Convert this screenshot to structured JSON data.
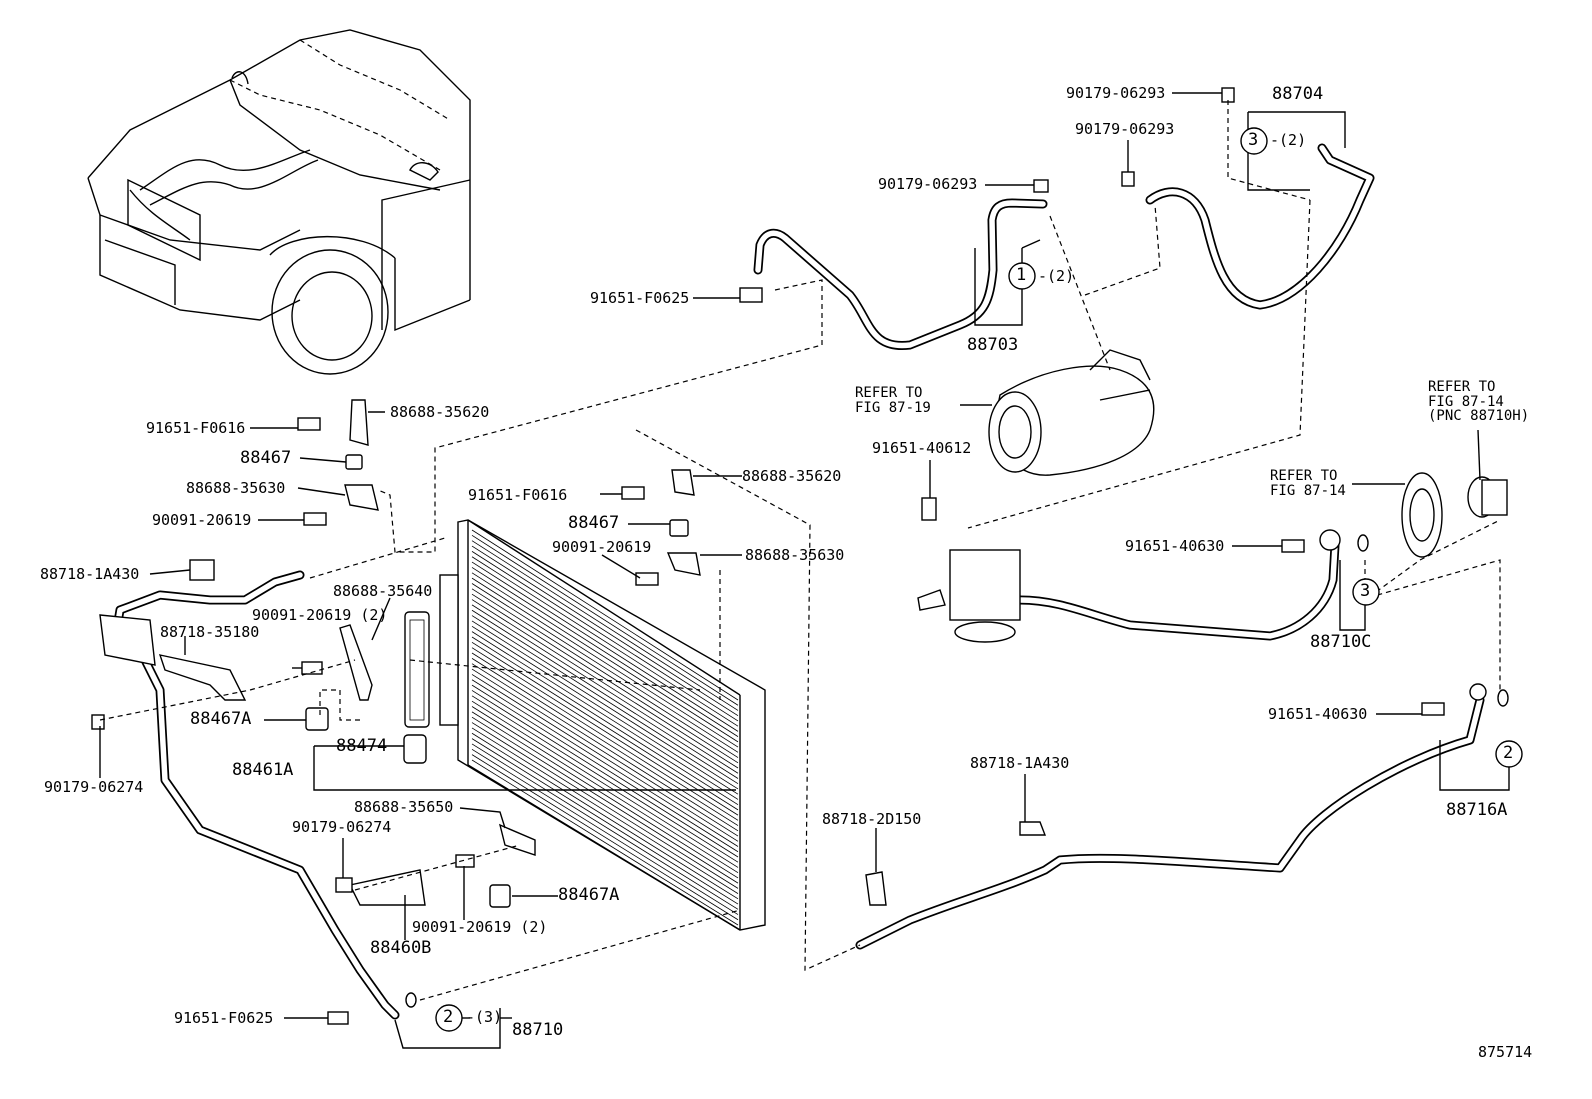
{
  "figure_number": "875714",
  "notes": {
    "refer_fig_87_19": "REFER TO\nFIG 87-19",
    "refer_fig_87_14_pnc": "REFER TO\nFIG 87-14\n(PNC 88710H)",
    "refer_fig_87_14": "REFER TO\nFIG 87-14"
  },
  "callouts": {
    "c1": "1",
    "c2a": "2",
    "c2b": "2",
    "c3a": "3",
    "c3b": "3"
  },
  "labels": {
    "p90179_06293_a": "90179-06293",
    "p88704": "88704",
    "p90179_06293_b": "90179-06293",
    "qty_3_2": "-(2)",
    "p90179_06293_c": "90179-06293",
    "qty_1_2": "-(2)",
    "p91651_f0625_top": "91651-F0625",
    "p88703": "88703",
    "p91651_f0616_l": "91651-F0616",
    "p88688_35620_l": "88688-35620",
    "p88467_l": "88467",
    "p88688_35630_l": "88688-35630",
    "p90091_20619_l": "90091-20619",
    "p88718_1a430_l": "88718-1A430",
    "p88718_35180": "88718-35180",
    "p88688_35640": "88688-35640",
    "p90091_20619_2a": "90091-20619 (2)",
    "p88467a_l": "88467A",
    "p90179_06274_l": "90179-06274",
    "p88474": "88474",
    "p88461a": "88461A",
    "p91651_f0616_c": "91651-F0616",
    "p88688_35620_c": "88688-35620",
    "p88467_c": "88467",
    "p90091_20619_c": "90091-20619",
    "p88688_35630_c": "88688-35630",
    "p88688_35650": "88688-35650",
    "p90179_06274_c": "90179-06274",
    "p88467a_c": "88467A",
    "p90091_20619_2b": "90091-20619 (2)",
    "p88460b": "88460B",
    "p91651_f0625_bot": "91651-F0625",
    "qty_2_3": "-(3)",
    "p88710": "88710",
    "p91651_40612": "91651-40612",
    "p91651_40630_a": "91651-40630",
    "p88710c": "88710C",
    "p91651_40630_b": "91651-40630",
    "p88716a": "88716A",
    "p88718_1a430_r": "88718-1A430",
    "p88718_2d150": "88718-2D150"
  }
}
